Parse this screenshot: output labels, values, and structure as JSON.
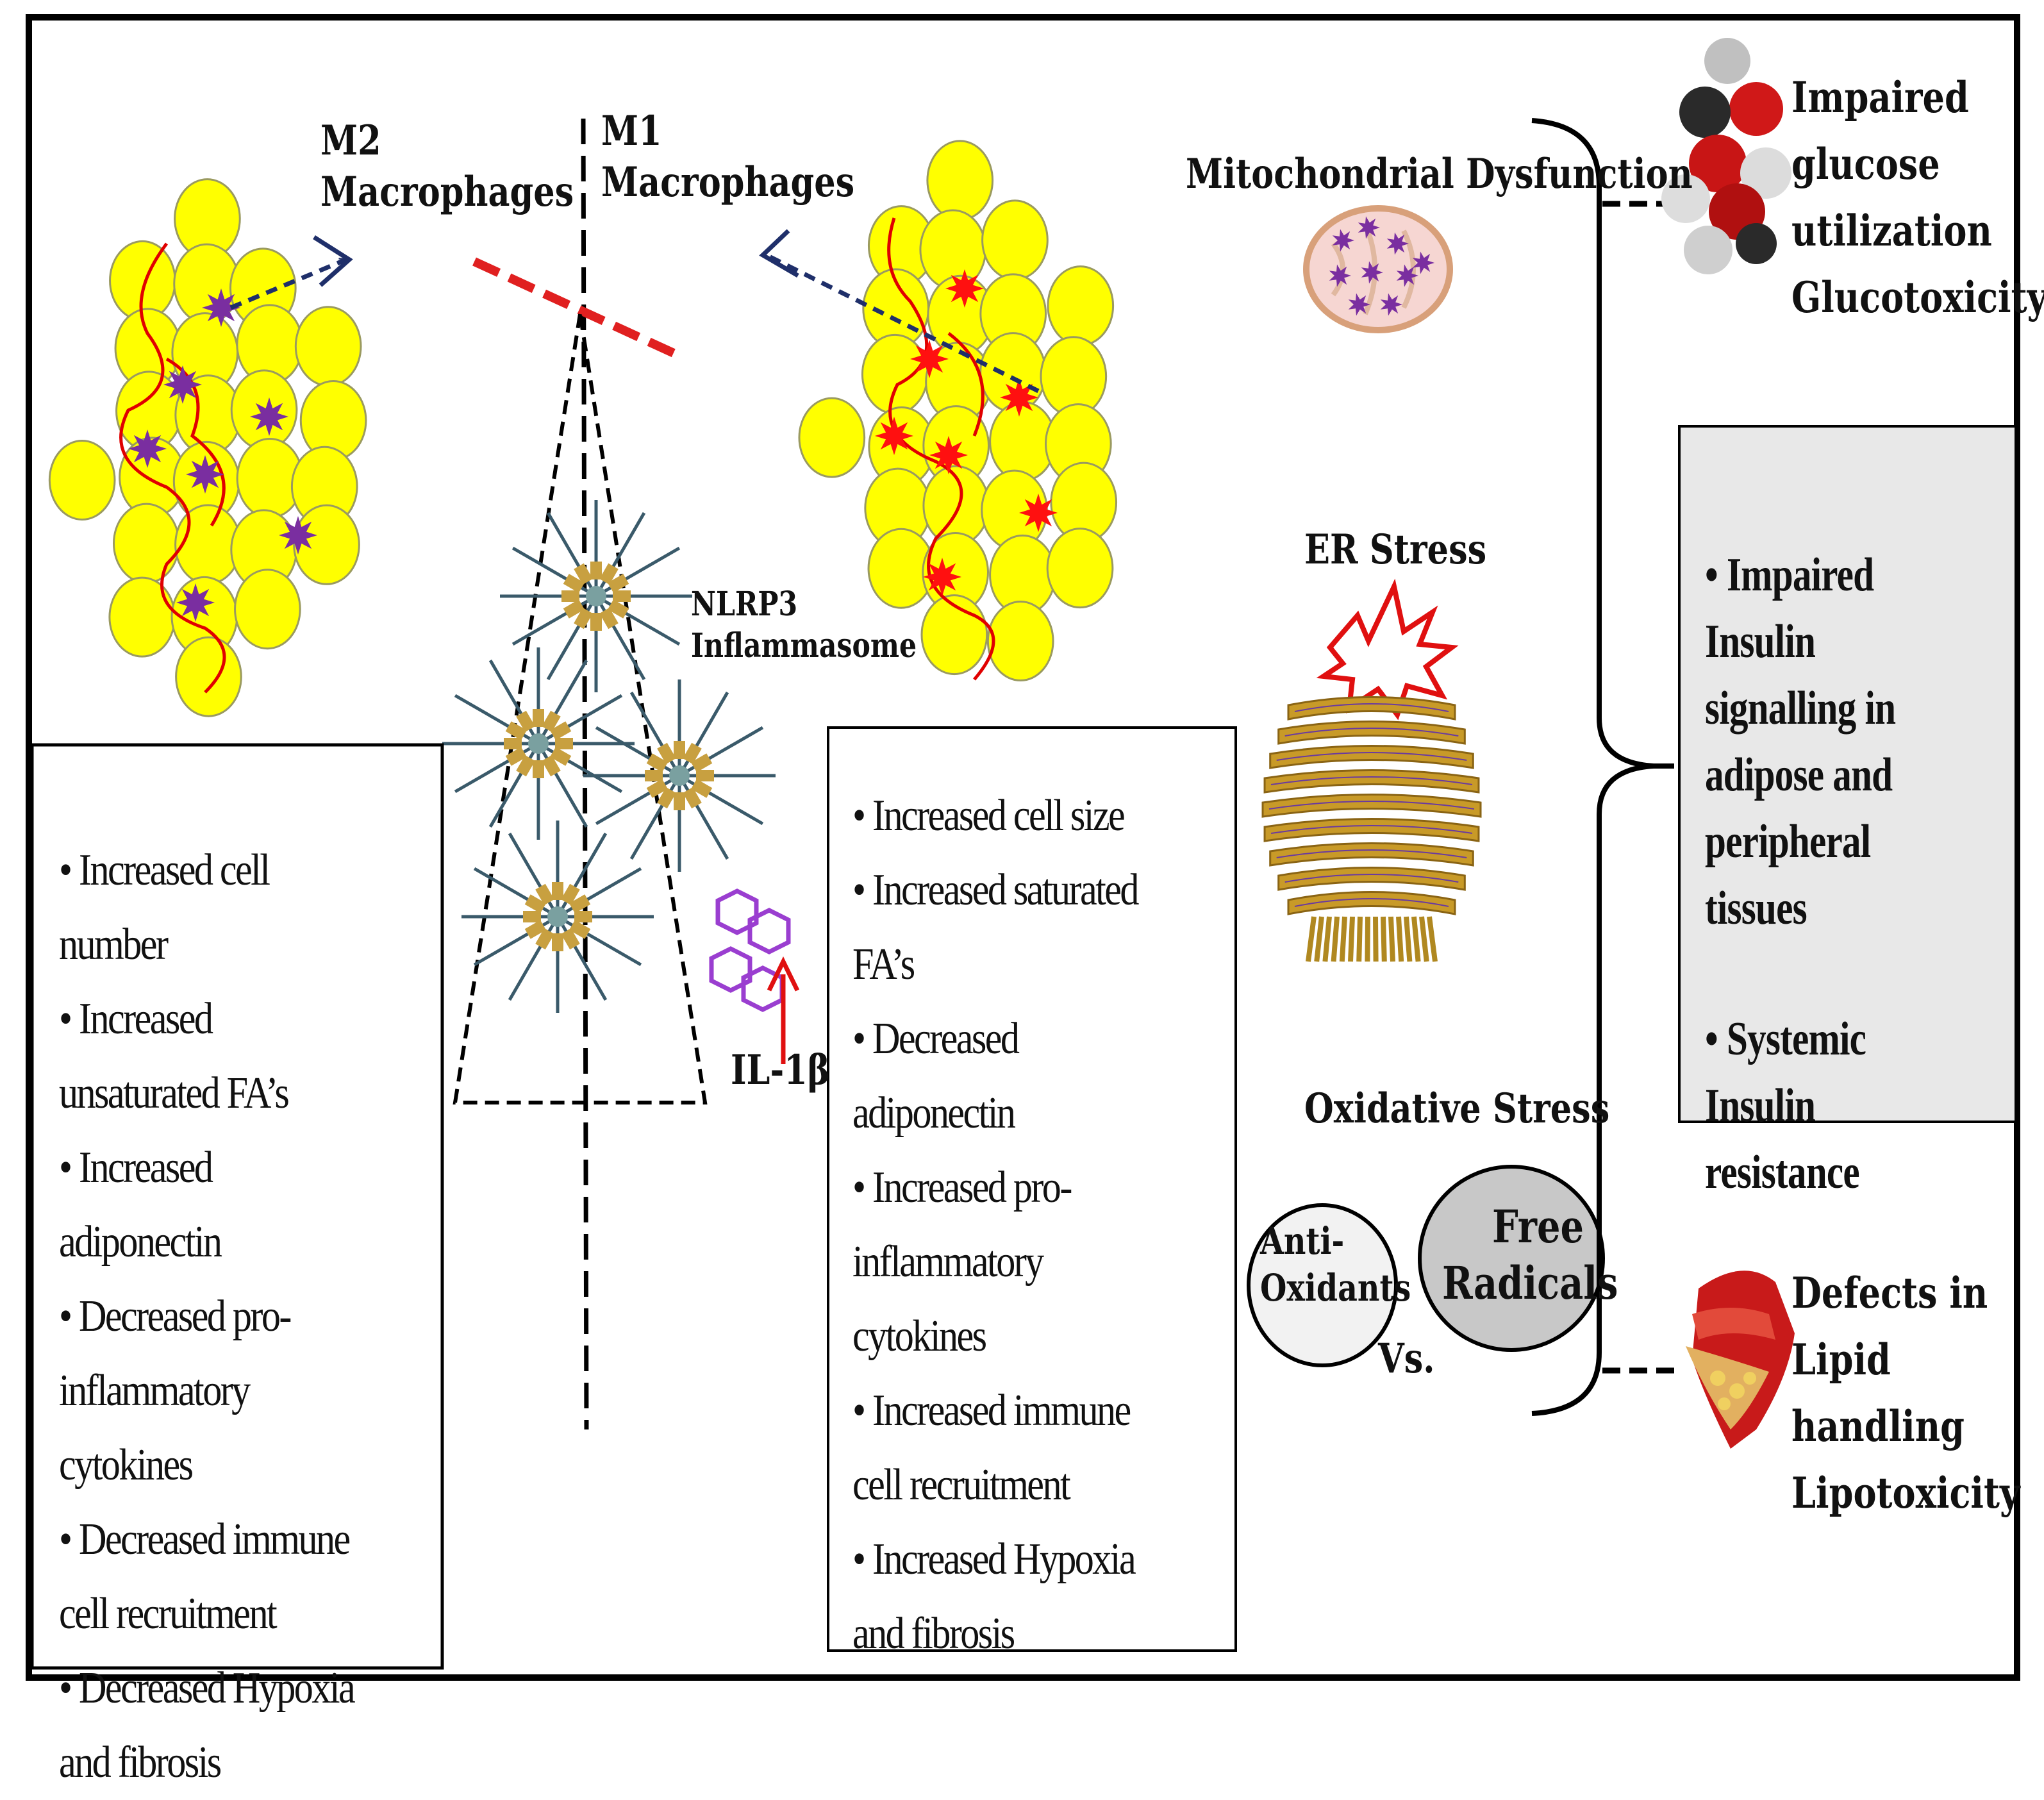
{
  "labels": {
    "m2": [
      "M2",
      "Macrophages"
    ],
    "m1": [
      "M1",
      "Macrophages"
    ],
    "nlrp3": [
      "NLRP3",
      "Inflammasome"
    ],
    "il1b": "IL-1β",
    "mito": "Mitochondrial Dysfunction",
    "er": "ER Stress",
    "oxidative": "Oxidative Stress",
    "antioxidants": [
      "Anti-",
      "Oxidants"
    ],
    "free_radicals": [
      "Free",
      "Radicals"
    ],
    "vs": "Vs.",
    "glucose": [
      "Impaired",
      "glucose",
      "utilization",
      "Glucotoxicity"
    ],
    "lipid": [
      "Defects in",
      "Lipid",
      "handling",
      "Lipotoxicity"
    ]
  },
  "m2_effects": [
    "Increased cell number",
    "Increased unsaturated FA’s",
    "Increased adiponectin",
    "Decreased pro-inflammatory cytokines",
    "Decreased immune cell recruitment",
    "Decreased Hypoxia and fibrosis"
  ],
  "m1_effects": [
    "Increased cell size",
    "Increased saturated FA’s",
    "Decreased adiponectin",
    "Increased pro-inflammatory cytokines",
    "Increased immune cell recruitment",
    "Increased Hypoxia and fibrosis"
  ],
  "outcomes": [
    "Impaired Insulin signalling in adipose and peripheral tissues",
    "Systemic Insulin resistance"
  ],
  "colors": {
    "adipocyte": "#ffff00",
    "adipocyte_edge": "#9a9a60",
    "vessel": "#e00000",
    "m2_macrophage": "#7a2ea0",
    "m1_macrophage": "#ff1010",
    "arrow": "#1f2f6a",
    "outcome_box": "#e8e8e8",
    "free_radicals": "#c8c8c8",
    "antioxidants": "#f2f2f2"
  },
  "icons": {
    "mito": "mitochondrion-icon",
    "er": "endoplasmic-reticulum-icon",
    "burst": "stress-burst-icon",
    "glucose": "glucose-molecule-icon",
    "lipid": "lipid-vessel-icon",
    "il1b": "il1b-molecule-icon"
  }
}
